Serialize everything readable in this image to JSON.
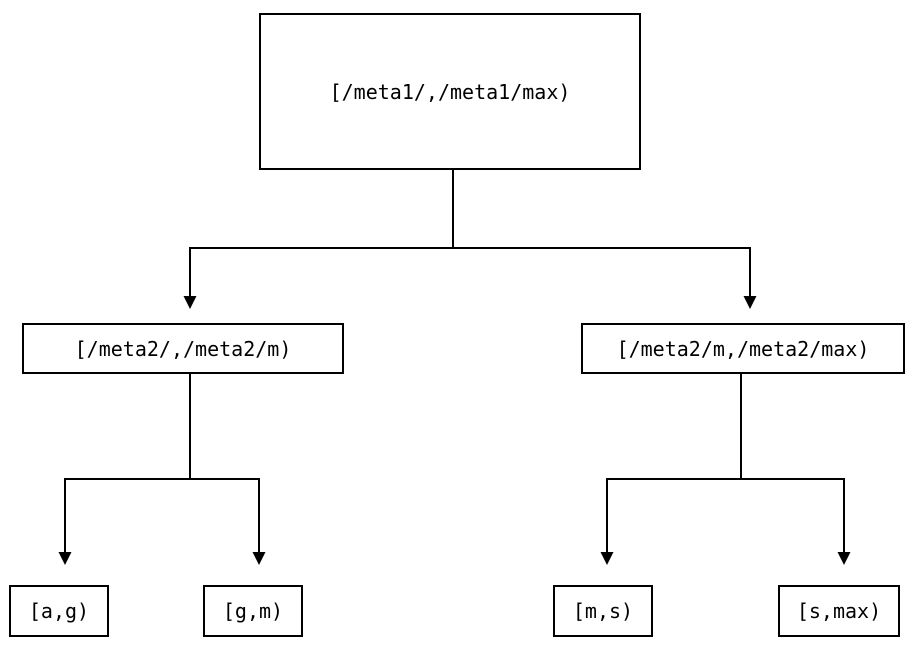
{
  "diagram_type": "binary-partition-tree",
  "colors": {
    "stroke": "#000000",
    "background": "#ffffff",
    "text": "#000000"
  },
  "tree": {
    "label": "[/meta1/,/meta1/max)",
    "children": [
      {
        "label": "[/meta2/,/meta2/m)",
        "children": [
          {
            "label": "[a,g)"
          },
          {
            "label": "[g,m)"
          }
        ]
      },
      {
        "label": "[/meta2/m,/meta2/max)",
        "children": [
          {
            "label": "[m,s)"
          },
          {
            "label": "[s,max)"
          }
        ]
      }
    ]
  }
}
